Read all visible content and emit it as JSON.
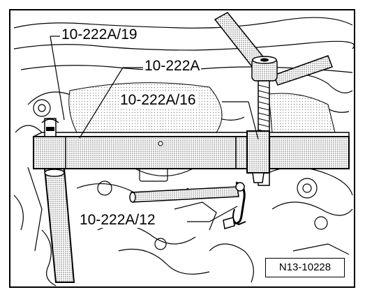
{
  "callouts": {
    "tool_19": "10-222A/19",
    "tool_base": "10-222A",
    "tool_16": "10-222A/16",
    "tool_12": "10-222A/12"
  },
  "figure_number": "N13-10228",
  "colors": {
    "line": "#000000",
    "background": "#ffffff",
    "stipple": "#9a9a9a"
  }
}
